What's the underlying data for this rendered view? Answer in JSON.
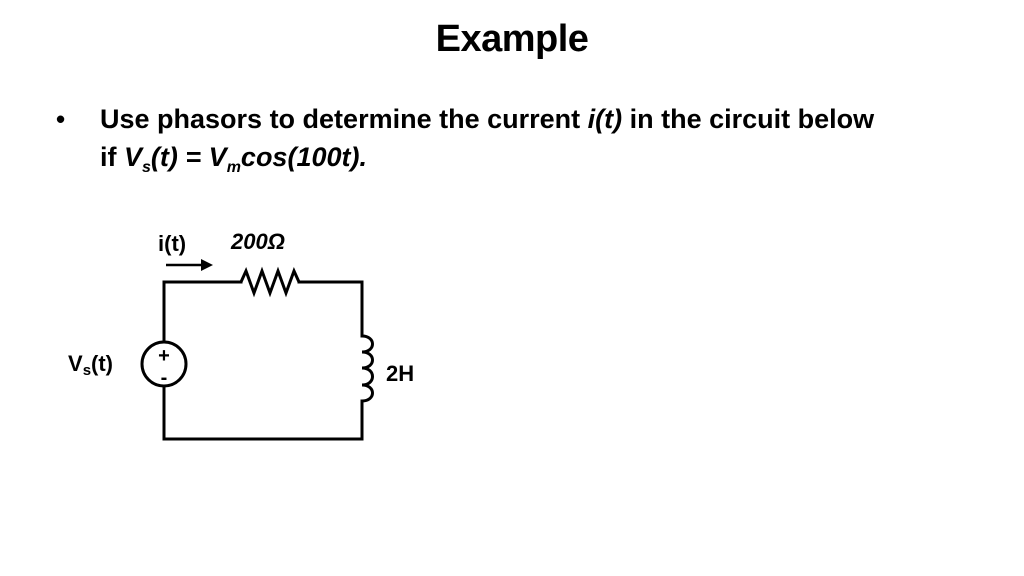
{
  "slide": {
    "title": "Example",
    "bullet": {
      "symbol": "•",
      "part1": "Use phasors to determine the current ",
      "current_symbol": "i(t)",
      "part2": " in the circuit below",
      "part3": "if ",
      "vs_main": "V",
      "vs_sub": "s",
      "vs_tail": "(t) = ",
      "vm_main": "V",
      "vm_sub": "m",
      "vm_tail": "cos(100t)."
    }
  },
  "circuit": {
    "current_label": "i(t)",
    "resistor_label": "200Ω",
    "inductor_label": "2H",
    "source_label_main": "V",
    "source_label_sub": "s",
    "source_label_tail": "(t)",
    "source_plus": "+",
    "source_minus": "-"
  }
}
